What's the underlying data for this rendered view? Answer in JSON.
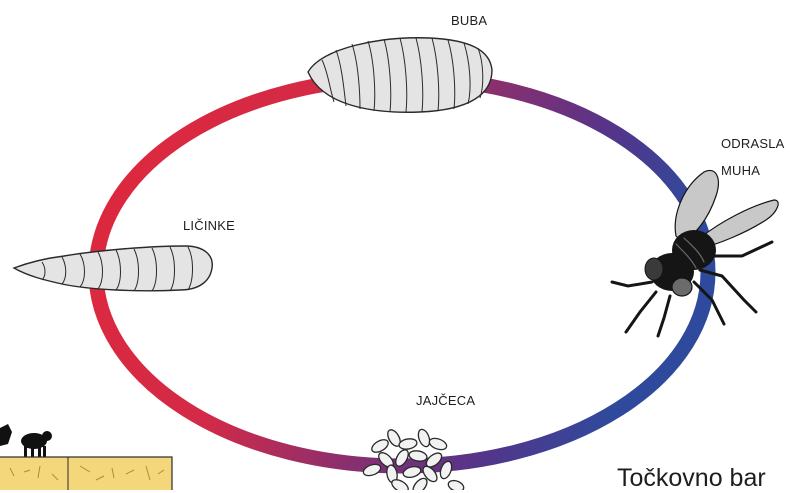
{
  "labels": {
    "pupa": "BUBA",
    "adult_line1": "ODRASLA",
    "adult_line2": "MUHA",
    "larva": "LIČINKE",
    "eggs": "JAJČECA"
  },
  "caption": "Točkovno bar",
  "colors": {
    "cycle_red": "#e0283a",
    "cycle_purple": "#6b2f82",
    "cycle_blue": "#2f4a9c",
    "outline": "#2a2a2a",
    "body_fill": "#e4e4e4",
    "fly_body": "#151515",
    "wing_fill": "#c8c8c8",
    "straw": "#f3d77a"
  },
  "icons": [
    "pupa-icon",
    "larva-icon",
    "fly-icon",
    "eggs-icon",
    "livestock-icon",
    "straw-box"
  ]
}
